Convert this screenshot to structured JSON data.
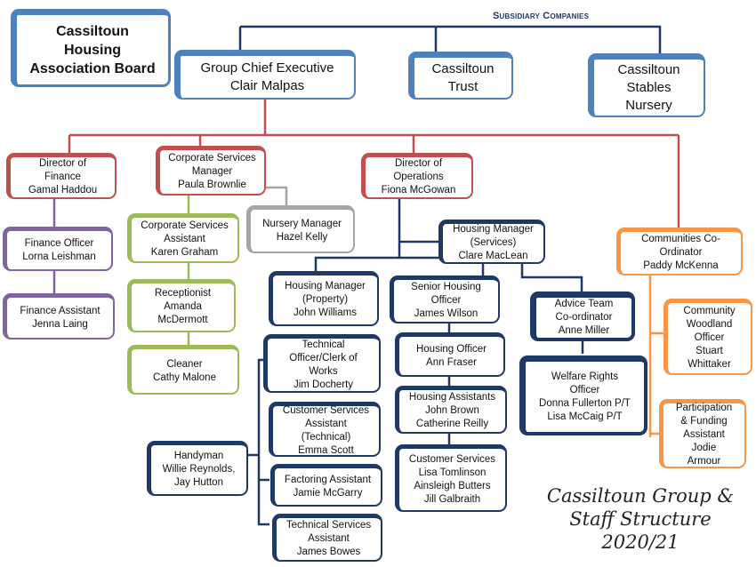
{
  "header": {
    "subsidiary_label": "Subsidiary Companies"
  },
  "top": {
    "board": [
      "Cassiltoun",
      "Housing",
      "Association  Board"
    ],
    "ceo": [
      "Group Chief Executive",
      "Clair Malpas"
    ],
    "trust": [
      "Cassiltoun",
      "Trust"
    ],
    "stables": [
      "Cassiltoun",
      "Stables",
      "Nursery"
    ]
  },
  "finance": {
    "director": [
      "Director of",
      "Finance",
      "Gamal Haddou"
    ],
    "officer": [
      "Finance Officer",
      "Lorna Leishman"
    ],
    "assistant": [
      "Finance Assistant",
      "Jenna Laing"
    ]
  },
  "corporate": {
    "manager": [
      "Corporate Services",
      "Manager",
      "Paula Brownlie"
    ],
    "assistant": [
      "Corporate Services",
      "Assistant",
      "Karen Graham"
    ],
    "receptionist": [
      "Receptionist",
      "Amanda",
      "McDermott"
    ],
    "cleaner": [
      "Cleaner",
      "Cathy Malone"
    ],
    "nursery": [
      "Nursery Manager",
      "Hazel Kelly"
    ]
  },
  "operations": {
    "director": [
      "Director of",
      "Operations",
      "Fiona McGowan"
    ],
    "housing_services": [
      "Housing Manager",
      "(Services)",
      "Clare MacLean"
    ],
    "housing_property": [
      "Housing Manager",
      "(Property)",
      "John Williams"
    ],
    "technical_officer": [
      "Technical",
      "Officer/Clerk of",
      "Works",
      "Jim Docherty"
    ],
    "cs_assistant_tech": [
      "Customer Services",
      "Assistant",
      "(Technical)",
      "Emma Scott"
    ],
    "handyman": [
      "Handyman",
      "Willie Reynolds,",
      "Jay Hutton"
    ],
    "factoring": [
      "Factoring Assistant",
      "Jamie McGarry"
    ],
    "tech_services": [
      "Technical Services",
      "Assistant",
      "James Bowes"
    ],
    "senior_housing": [
      "Senior Housing",
      "Officer",
      "James Wilson"
    ],
    "housing_officer": [
      "Housing Officer",
      "Ann Fraser"
    ],
    "housing_assistants": [
      "Housing Assistants",
      "John Brown",
      "Catherine Reilly"
    ],
    "customer_services": [
      "Customer Services",
      "Lisa Tomlinson",
      "Ainsleigh Butters",
      "Jill Galbraith"
    ],
    "advice_team": [
      "Advice Team",
      "Co-ordinator",
      "Anne Miller"
    ],
    "welfare": [
      "Welfare Rights",
      "Officer",
      "Donna Fullerton P/T",
      "Lisa McCaig P/T"
    ]
  },
  "communities": {
    "coordinator": [
      "Communities Co-",
      "Ordinator",
      "Paddy McKenna"
    ],
    "woodland": [
      "Community",
      "Woodland",
      "Officer",
      "Stuart",
      "Whittaker"
    ],
    "participation": [
      "Participation",
      "& Funding",
      "Assistant",
      "Jodie",
      "Armour"
    ]
  },
  "caption": [
    "Cassiltoun Group &",
    "Staff Structure",
    "2020/21"
  ],
  "colors": {
    "board_blue": "#4f81bd",
    "subsidiary_line": "#1f3864",
    "finance": "#8064a2",
    "director": "#c0504d",
    "corporate": "#9bbb59",
    "nursery": "#a5a5a5",
    "operations": "#1f3864",
    "communities": "#f79646"
  }
}
